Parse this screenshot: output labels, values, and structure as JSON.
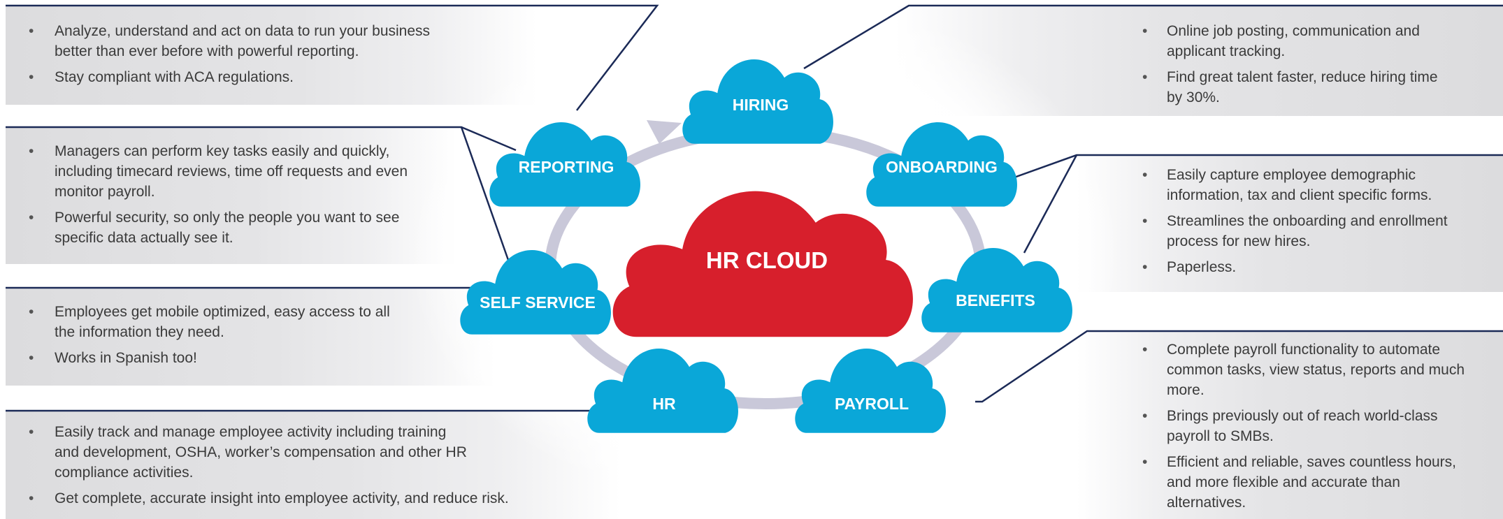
{
  "center": {
    "label": "HR CLOUD",
    "color": "#d71f2c"
  },
  "colors": {
    "cloud": "#0aa7d8",
    "ring": "#c9c8d9",
    "connector": "#1b2a57",
    "panel": "#dcdcde"
  },
  "clouds": {
    "hiring": "HIRING",
    "onboarding": "ONBOARDING",
    "benefits": "BENEFITS",
    "payroll": "PAYROLL",
    "hr": "HR",
    "self_service": "SELF SERVICE",
    "reporting": "REPORTING"
  },
  "panels": {
    "reporting": {
      "bullets": [
        "Analyze, understand and act on data to run your business better than ever before with powerful reporting.",
        "Stay compliant with ACA regulations."
      ]
    },
    "managers": {
      "bullets": [
        "Managers can perform key tasks easily and quickly, including timecard reviews, time off requests and even monitor payroll.",
        "Powerful security, so only the people you want to see specific data actually see it."
      ]
    },
    "self_service": {
      "bullets": [
        "Employees get mobile optimized, easy access to all the information they need.",
        "Works in Spanish too!"
      ]
    },
    "hr": {
      "bullets": [
        "Easily track and manage employee activity including training and development, OSHA, worker’s compensation and other HR compliance activities.",
        "Get complete, accurate insight into employee activity, and reduce risk."
      ]
    },
    "hiring": {
      "bullets": [
        "Online job posting, communication and applicant tracking.",
        "Find great talent faster, reduce hiring time by 30%."
      ]
    },
    "onboarding": {
      "bullets": [
        "Easily capture employee demographic information, tax and client specific forms.",
        "Streamlines the onboarding and enrollment process for new hires.",
        "Paperless."
      ]
    },
    "payroll": {
      "bullets": [
        "Complete payroll functionality to automate common tasks, view status, reports and much more.",
        "Brings previously out of reach world-class payroll to SMBs.",
        "Efficient and reliable, saves countless hours, and more flexible and accurate than alternatives."
      ]
    }
  }
}
